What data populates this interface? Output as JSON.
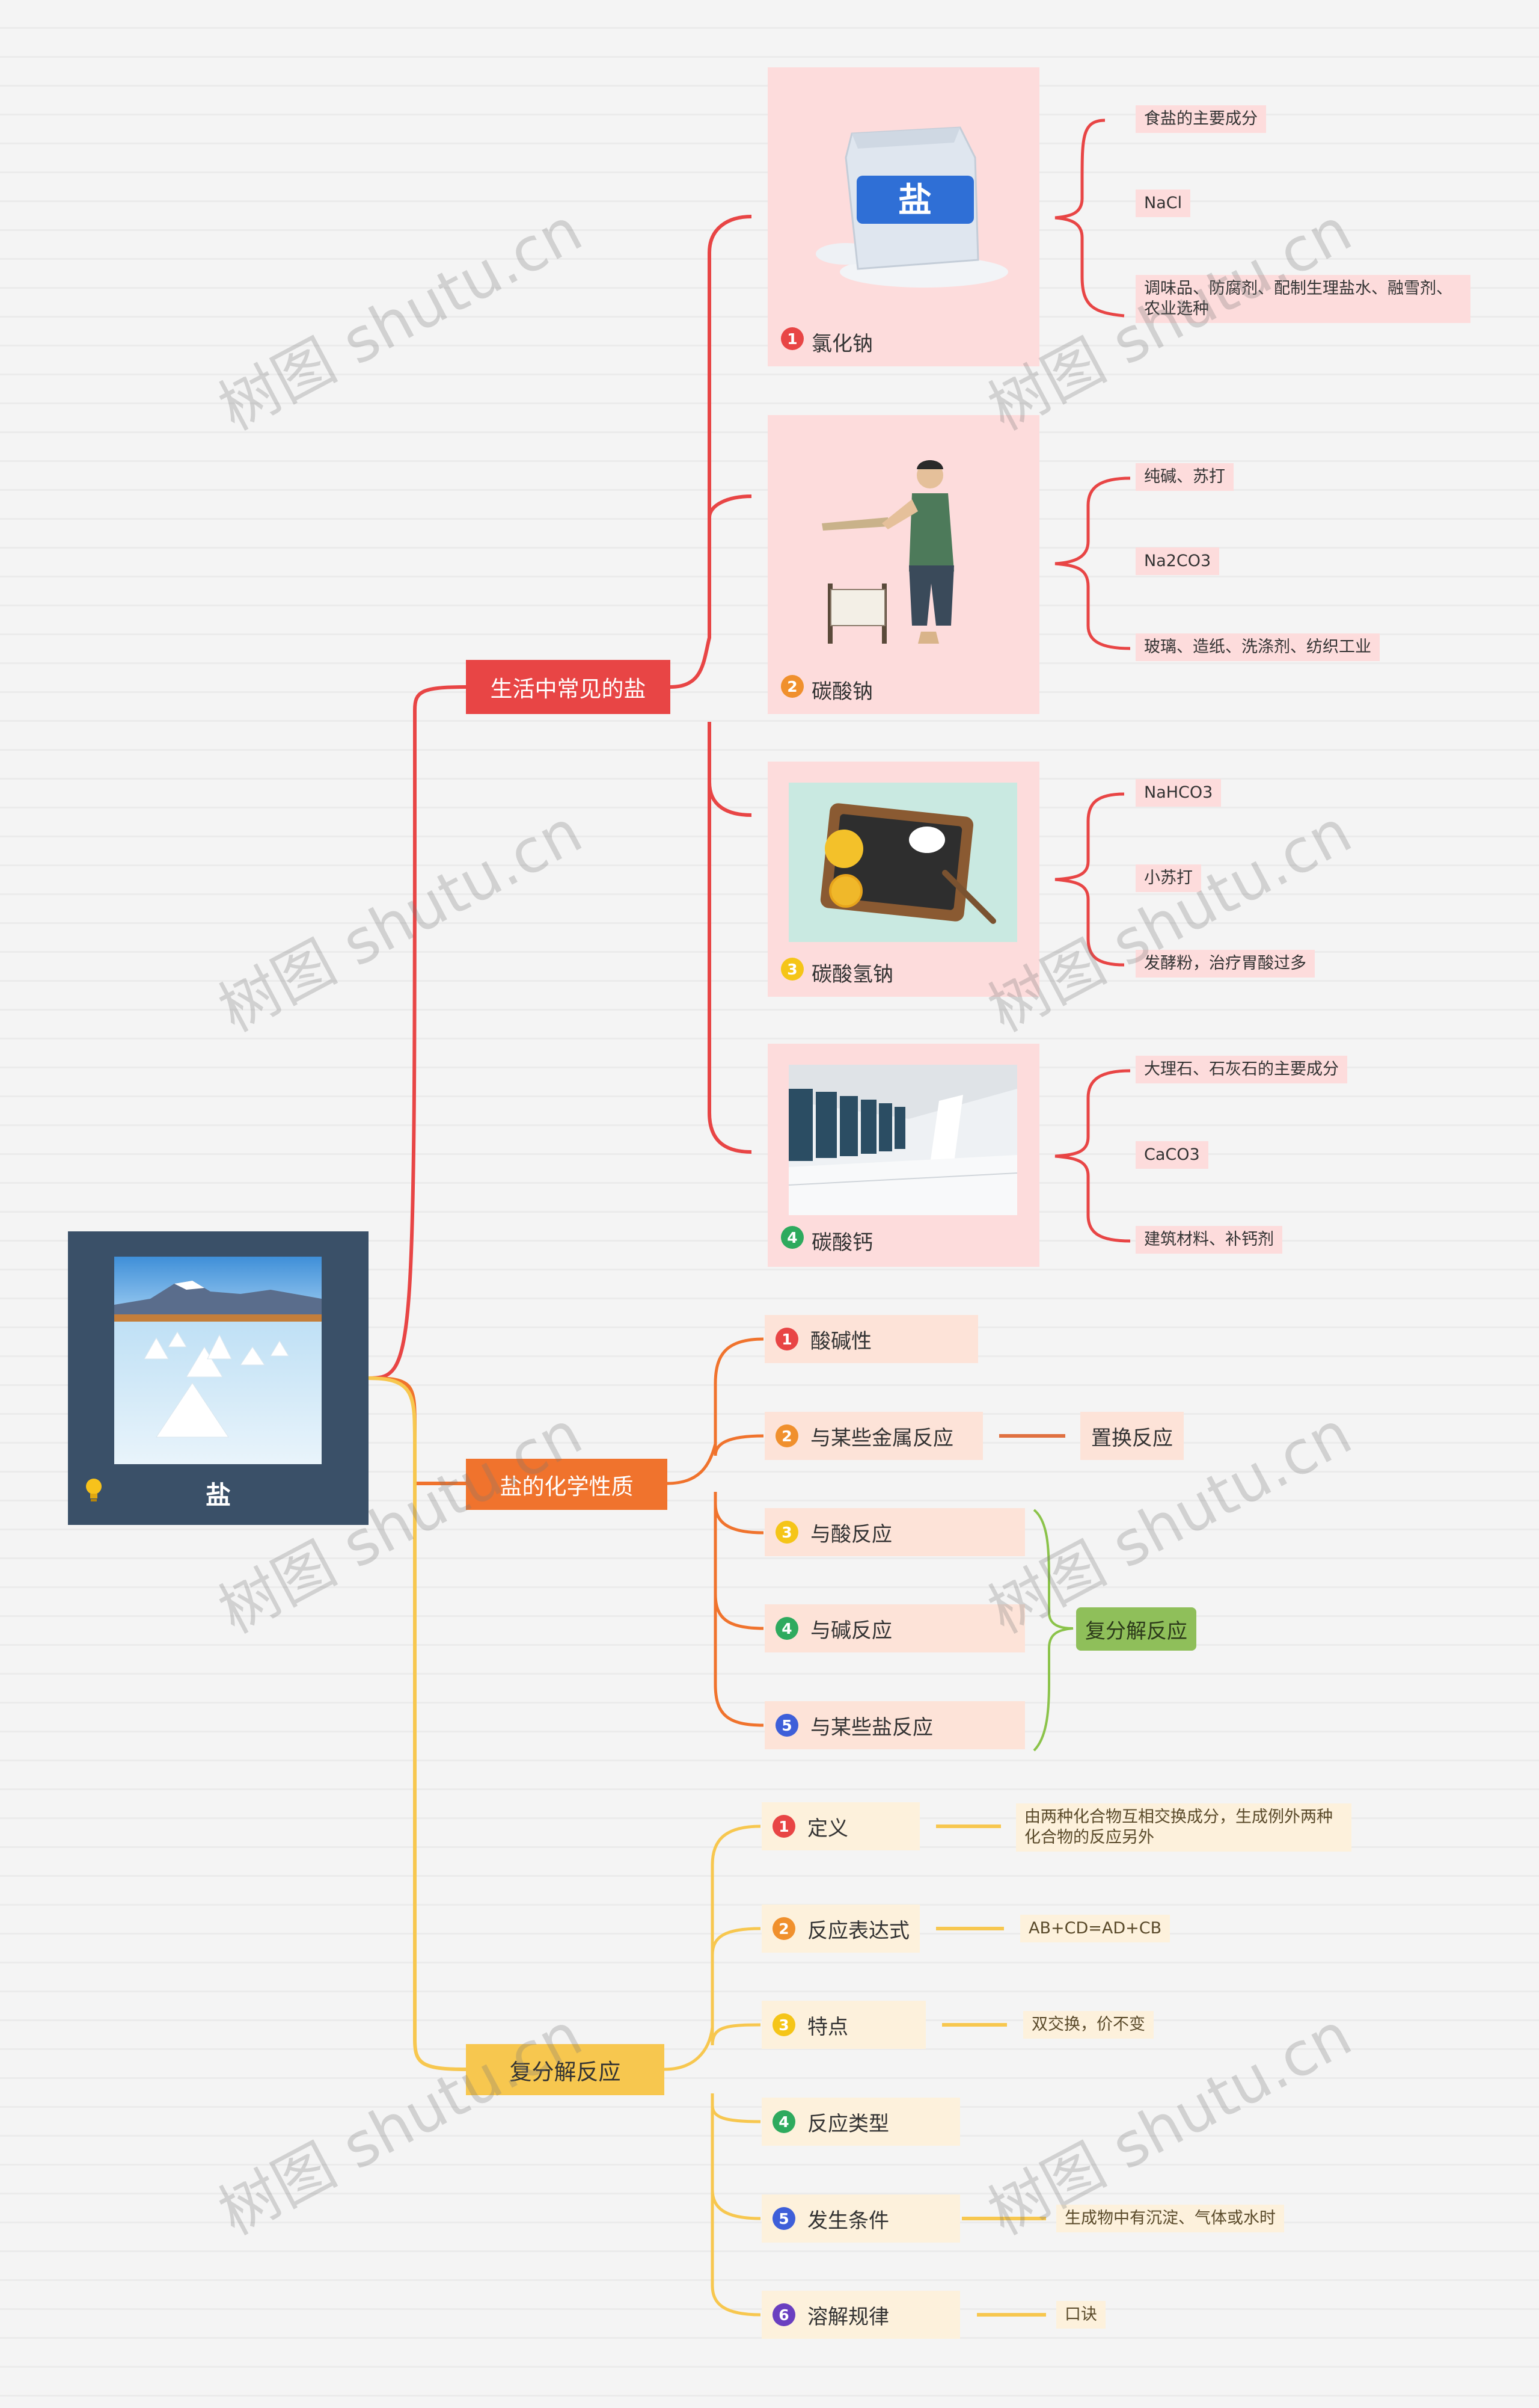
{
  "root": {
    "title": "盐"
  },
  "branches": [
    {
      "title": "生活中常见的盐",
      "color": "#e84545",
      "items": [
        {
          "num": "1",
          "label": "氯化钠",
          "icon": "salt-bag-image",
          "children": [
            "食盐的主要成分",
            "NaCl",
            "调味品、防腐剂、配制生理盐水、融雪剂、农业选种"
          ]
        },
        {
          "num": "2",
          "label": "碳酸钠",
          "icon": "worker-image",
          "children": [
            "纯碱、苏打",
            "Na2CO3",
            "玻璃、造纸、洗涤剂、纺织工业"
          ]
        },
        {
          "num": "3",
          "label": "碳酸氢钠",
          "icon": "baking-soda-image",
          "children": [
            "NaHCO3",
            "小苏打",
            "发酵粉，治疗胃酸过多"
          ]
        },
        {
          "num": "4",
          "label": "碳酸钙",
          "icon": "marble-building-image",
          "children": [
            "大理石、石灰石的主要成分",
            "CaCO3",
            "建筑材料、补钙剂"
          ]
        }
      ]
    },
    {
      "title": "盐的化学性质",
      "color": "#f0732d",
      "items": [
        {
          "num": "1",
          "label": "酸碱性"
        },
        {
          "num": "2",
          "label": "与某些金属反应",
          "note": "置换反应"
        },
        {
          "num": "3",
          "label": "与酸反应"
        },
        {
          "num": "4",
          "label": "与碱反应"
        },
        {
          "num": "5",
          "label": "与某些盐反应"
        }
      ],
      "group_note": "复分解反应"
    },
    {
      "title": "复分解反应",
      "color": "#f7c74f",
      "items": [
        {
          "num": "1",
          "label": "定义",
          "note": "由两种化合物互相交换成分，生成例外两种化合物的反应另外"
        },
        {
          "num": "2",
          "label": "反应表达式",
          "note": "AB+CD=AD+CB"
        },
        {
          "num": "3",
          "label": "特点",
          "note": "双交换，价不变"
        },
        {
          "num": "4",
          "label": "反应类型"
        },
        {
          "num": "5",
          "label": "发生条件",
          "note": "生成物中有沉淀、气体或水时"
        },
        {
          "num": "6",
          "label": "溶解规律",
          "note": "口诀"
        }
      ]
    }
  ],
  "num_colors": [
    "#e84545",
    "#f0902d",
    "#f5c518",
    "#2eaa5e",
    "#3e5fd9",
    "#6a3fc0"
  ],
  "watermark": "树图 shutu.cn"
}
